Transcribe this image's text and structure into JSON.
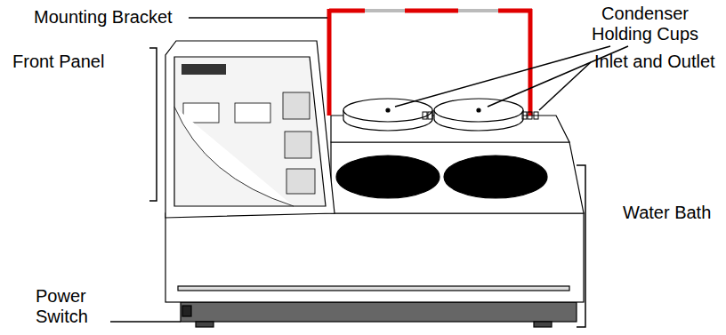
{
  "diagram": {
    "labels": [
      "Mounting Bracket",
      "Condenser Holding Cups",
      "Inlet and Outlet",
      "Front Panel",
      "Water Bath",
      "Power Switch"
    ]
  }
}
